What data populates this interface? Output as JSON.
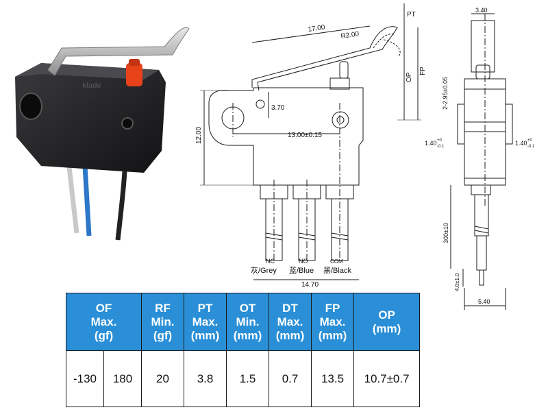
{
  "drawing": {
    "dim_length": "17.00",
    "dim_radius": "R2.00",
    "dim_pt": "PT",
    "dim_op": "OP",
    "dim_fp": "FP",
    "dim_height": "12.00",
    "dim_hole_offset": "3.70",
    "dim_hole_pitch": "13.00±0.15",
    "dim_width": "14.70",
    "dim_side_top": "3.40",
    "dim_side_hole": "2-2.95±0.05",
    "dim_side_left": "1.40",
    "dim_side_right": "1.40",
    "dim_tol_upper": "+0",
    "dim_tol_lower": "-0.1",
    "dim_wire_length": "300±10",
    "dim_strip_length": "4.0±1.0",
    "dim_side_bottom": "5.40",
    "wire_nc_code": "NC",
    "wire_no_code": "NO",
    "wire_com_code": "COM",
    "wire_nc_color": "灰/Grey",
    "wire_no_color": "蓝/Blue",
    "wire_com_color": "黑/Black",
    "product_marking": "Made"
  },
  "table": {
    "headers": {
      "of": [
        "OF",
        "Max.",
        "(gf)"
      ],
      "rf": [
        "RF",
        "Min.",
        "(gf)"
      ],
      "pt": [
        "PT",
        "Max.",
        "(mm)"
      ],
      "ot": [
        "OT",
        "Min.",
        "(mm)"
      ],
      "dt": [
        "DT",
        "Max.",
        "(mm)"
      ],
      "fp": [
        "FP",
        "Max.",
        "(mm)"
      ],
      "op": [
        "OP",
        "(mm)"
      ]
    },
    "values": {
      "of_min": "-130",
      "of_max": "180",
      "rf": "20",
      "pt": "3.8",
      "ot": "1.5",
      "dt": "0.7",
      "fp": "13.5",
      "op": "10.7±0.7"
    }
  },
  "colors": {
    "header_bg": "#2a8fd6",
    "line": "#1a1a1a",
    "actuator_red": "#e8421a",
    "body_black": "#1d1d1f"
  }
}
